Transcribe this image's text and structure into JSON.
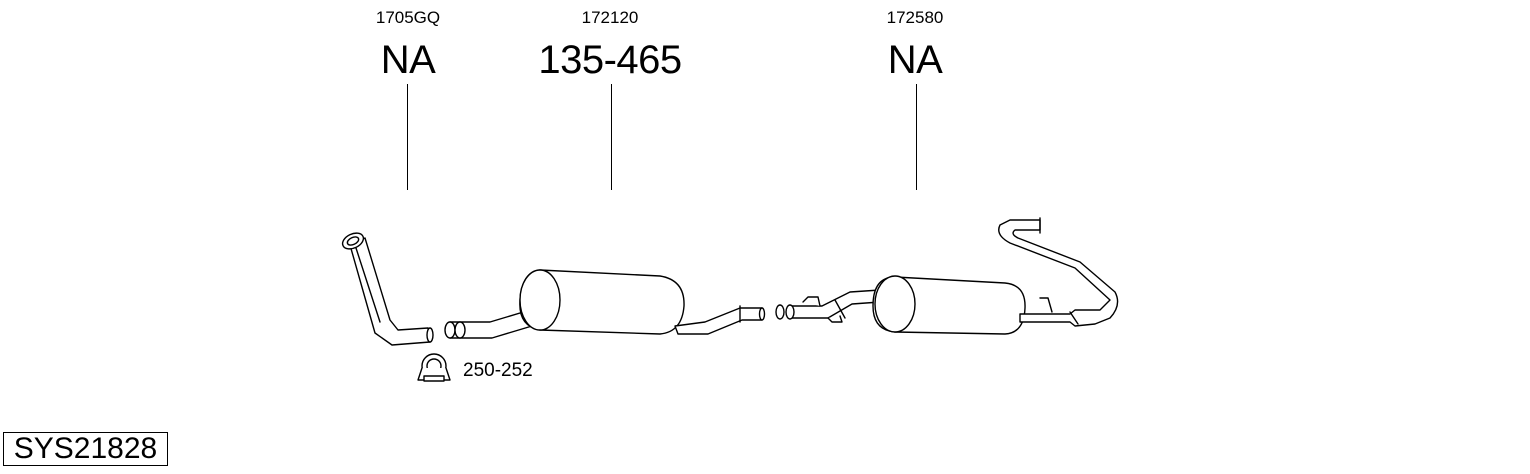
{
  "parts": [
    {
      "code": "1705GQ",
      "number": "NA"
    },
    {
      "code": "172120",
      "number": "135-465"
    },
    {
      "code": "172580",
      "number": "NA"
    }
  ],
  "clamp": {
    "label": "250-252"
  },
  "system_id": "SYS21828"
}
